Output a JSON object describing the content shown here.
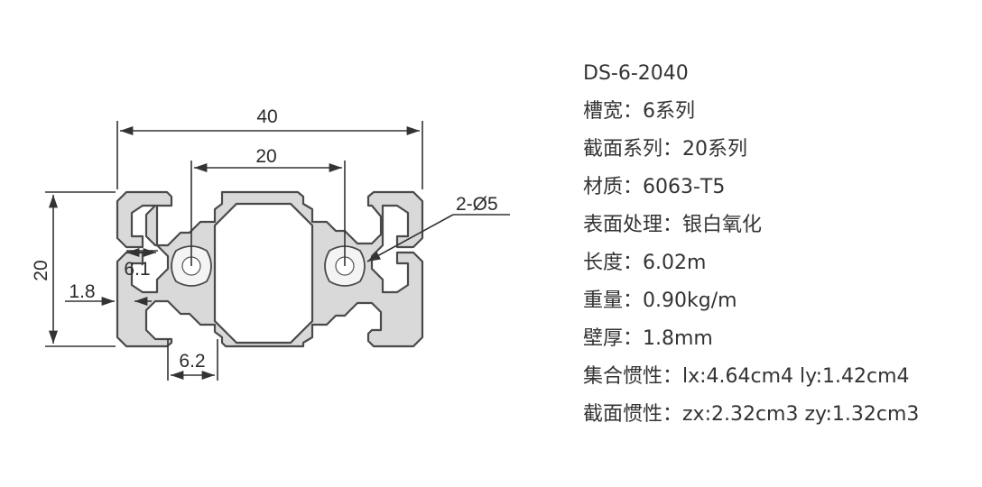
{
  "drawing": {
    "dim_width": "40",
    "dim_center": "20",
    "dim_height": "20",
    "dim_hole": "2-Ø5",
    "dim_slot": "6.1",
    "dim_wall": "1.8",
    "dim_opening": "6.2"
  },
  "specs": [
    "DS-6-2040",
    "槽宽：6系列",
    "截面系列：20系列",
    "材质：6063-T5",
    "表面处理：银白氧化",
    "长度：6.02m",
    "重量：0.90kg/m",
    "壁厚：1.8mm",
    "集合惯性：lx:4.64cm4 ly:1.42cm4",
    "截面惯性：zx:2.32cm3 zy:1.32cm3"
  ],
  "colors": {
    "profile_fill": "#d9d9d9",
    "outline": "#4a4a4a",
    "text": "#333333"
  }
}
